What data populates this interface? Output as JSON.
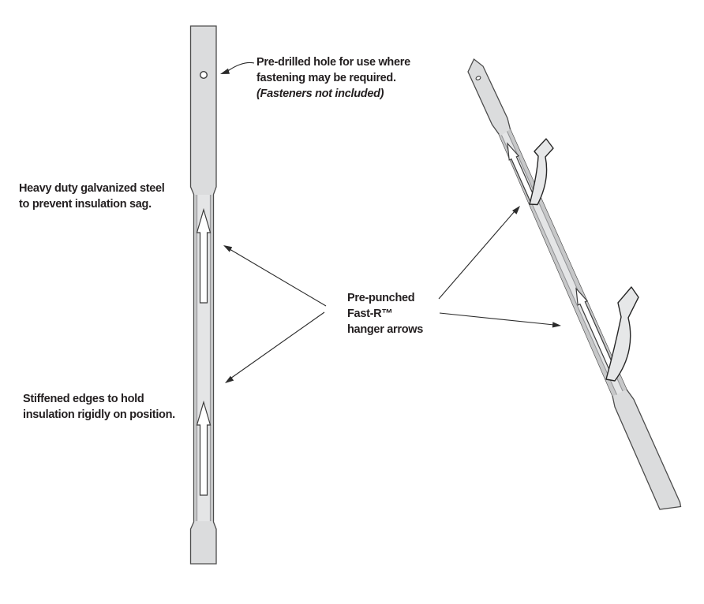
{
  "annotations": {
    "predrilled": {
      "line1": "Pre-drilled hole for use where",
      "line2": "fastening may be required.",
      "line3": "(Fasteners not included)"
    },
    "heavy_duty": {
      "line1": "Heavy duty galvanized steel",
      "line2": "to prevent insulation sag."
    },
    "pre_punched": {
      "line1": "Pre-punched",
      "line2": "Fast-R™",
      "line3": "hanger arrows"
    },
    "stiffened": {
      "line1": "Stiffened edges to hold",
      "line2": "insulation rigidly on position."
    }
  },
  "colors": {
    "background": "#ffffff",
    "strip_fill": "#dbdcdd",
    "strip_center": "#e4e5e6",
    "edge_band": "#c7c8c9",
    "strip_outline": "#4c4c4c",
    "punched_arrow_fill": "#ffffff",
    "bent_arrow_fill": "#e6e7e8",
    "leader_line": "#2b2b2b",
    "text": "#231f20"
  }
}
